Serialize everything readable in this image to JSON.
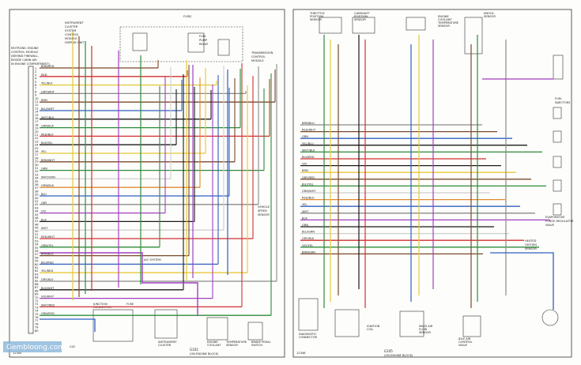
{
  "left_sheet": {
    "ecm_label": [
      "MOTRONIC ENGINE",
      "CONTROL MODULE",
      "(BEHIND FIREWALL,",
      "BESIDE CABIN AIR",
      "IN ENGINE COMPARTMENT)"
    ],
    "cluster_label": [
      "INSTRUMENT",
      "CLUSTER",
      "SYSTEM",
      "CONTROL",
      "MODULE",
      "DISPLAY UNIT"
    ],
    "relay_box_label": [
      "FUEL",
      "PUMP",
      "RELAY"
    ],
    "tcm_label": [
      "TRANSMISSION",
      "CONTROL",
      "MODULE"
    ],
    "fuse_label": "FUSE/",
    "ac_label": "A/C SYSTEM",
    "vss_label": [
      "VEHICLE",
      "SPEED",
      "SENSOR"
    ],
    "bottom_labels": [
      "JUNCTION",
      "CONNECTOR",
      "FUSE",
      "INSTRUMENT",
      "CLUSTER",
      "ENGINE",
      "COOLANT",
      "TEMPERATURE",
      "SENSOR",
      "BRAKE PEDAL",
      "SWITCH"
    ],
    "ground_label": "G102",
    "ground_note": "(ON ENGINE BLOCK)",
    "connector_note": "C42",
    "page_number": "12345"
  },
  "right_sheet": {
    "top_labels": [
      "THROTTLE",
      "POSITION",
      "SENSOR",
      "CAMSHAFT",
      "POSITION",
      "SENSOR",
      "ENGINE",
      "COOLANT",
      "TEMPERATURE",
      "SENSOR",
      "KNOCK",
      "SENSOR"
    ],
    "injectors_label": [
      "FUEL",
      "INJECTORS"
    ],
    "heated_o2_label": [
      "HEATED",
      "OXYGEN",
      "SENSOR"
    ],
    "evap_label": [
      "EVAPORATIVE",
      "PURGE REGULATOR",
      "VALVE"
    ],
    "diag_label": [
      "DIAGNOSTIC",
      "CONNECTOR"
    ],
    "bottom_labels": [
      "IGNITION",
      "COIL",
      "MASS AIR",
      "FLOW",
      "SENSOR",
      "IDLE AIR",
      "CONTROL",
      "VALVE"
    ],
    "ground_label": "G105",
    "ground_note": "(ON ENGINE BLOCK)",
    "page_number": "12346"
  },
  "watermark": "Gembloong.com",
  "wire_colors": {
    "black": "#1a1a1a",
    "brown": "#7a4a2a",
    "red": "#d23030",
    "green": "#2e8b3a",
    "yellow": "#e6c83a",
    "blue": "#3060c0",
    "violet": "#a040c0",
    "gray": "#8a8a8a",
    "white": "#cfcfcf",
    "orange": "#e08a30"
  },
  "left_pins": [
    "1",
    "2",
    "3",
    "4",
    "5",
    "6",
    "7",
    "8",
    "9",
    "10",
    "11",
    "12",
    "13",
    "14",
    "15",
    "16",
    "17",
    "18",
    "19",
    "20",
    "21",
    "22",
    "23",
    "24",
    "25",
    "26",
    "27",
    "28",
    "29",
    "30",
    "31",
    "32",
    "33",
    "34",
    "35",
    "36",
    "37",
    "38",
    "39",
    "40",
    "41",
    "42",
    "43",
    "44",
    "45",
    "46",
    "47",
    "48",
    "49",
    "50",
    "51",
    "52",
    "53",
    "54",
    "55",
    "56",
    "57",
    "58",
    "59",
    "60",
    "61",
    "62",
    "63",
    "64",
    "65",
    "66",
    "67",
    "68",
    "69",
    "70",
    "71",
    "72",
    "73",
    "74",
    "75",
    "76",
    "77",
    "78",
    "79",
    "80"
  ],
  "left_wire_codes": [
    "BRN/RED",
    "RED",
    "YEL/BLK",
    "GRY/WHT",
    "BRN",
    "BLU/WHT",
    "WHT/BLK",
    "GRN/BLK",
    "RED/BLK",
    "BLK/YEL",
    "YEL",
    "BRN/WHT",
    "GRN",
    "WHT/GRN",
    "ORN/BLK",
    "BLU",
    "GRY",
    "VIO",
    "BLK",
    "WHT",
    "RED/WHT",
    "GRN/YEL",
    "BRN/BLK",
    "BLU/RED",
    "YEL/RED",
    "GRY/BLU",
    "BLK/WHT",
    "VIO/WHT",
    "WHT/RED",
    "GRN/RED"
  ],
  "right_wire_codes": [
    "BRN/BLU",
    "RED/WHT",
    "GRN",
    "YEL/BLU",
    "WHT/BLK",
    "BLK/RED",
    "VIO",
    "BRN",
    "GRY/RED",
    "BLU/YEL",
    "GRN/WHT",
    "RED/BLK",
    "YEL",
    "WHT",
    "BLK",
    "ORN",
    "BLU/GRN",
    "GRY/BLK",
    "VIO/YEL",
    "BRN/GRN"
  ]
}
